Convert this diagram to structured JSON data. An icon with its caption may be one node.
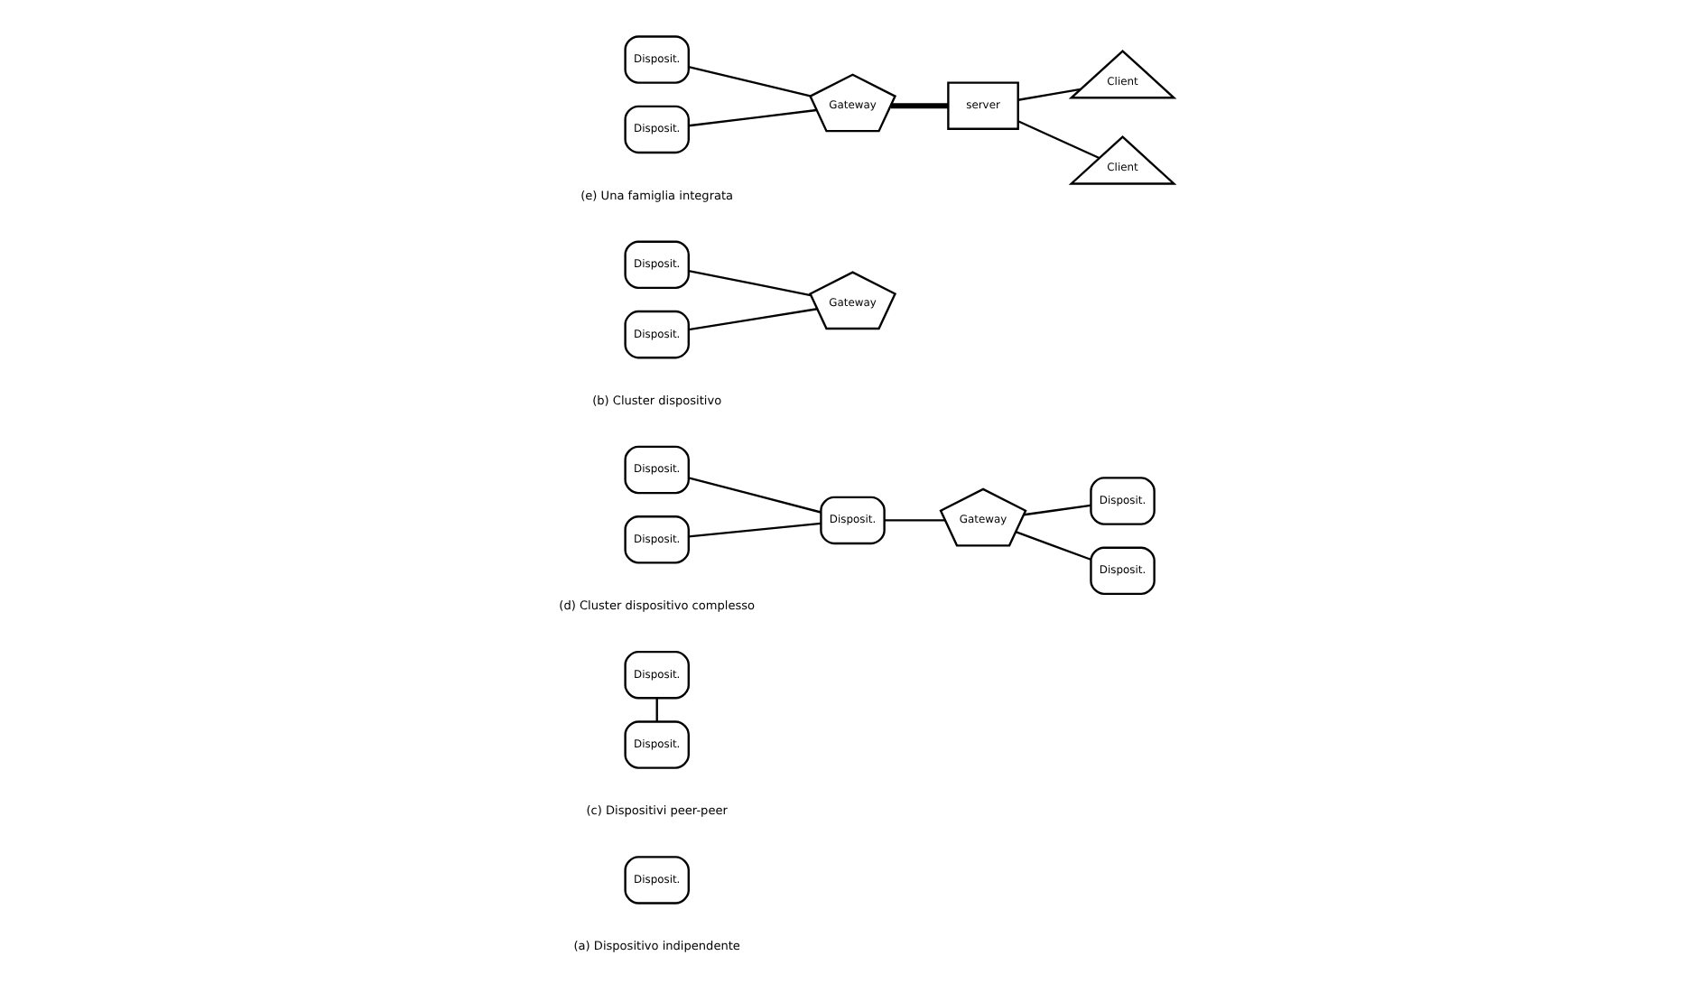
{
  "diagram": {
    "nodes": [
      {
        "text": [
          "Disposit."
        ]
      },
      {
        "text": [
          "Disposit."
        ]
      },
      {
        "text": [
          "Disposit."
        ]
      },
      {
        "text": [
          "Disposit."
        ]
      },
      {
        "text": [
          "Disposit."
        ]
      },
      {
        "text": [
          "Disposit."
        ]
      },
      {
        "text": [
          "Gateway"
        ]
      },
      {
        "text": [
          "Disposit."
        ]
      },
      {
        "text": [
          "Disposit."
        ]
      },
      {
        "text": [
          "Disposit."
        ]
      },
      {
        "text": [
          "Disposit."
        ]
      },
      {
        "text": [
          "Gateway"
        ]
      },
      {
        "text": [
          "Disposit."
        ]
      },
      {
        "text": [
          "Disposit."
        ]
      },
      {
        "text": [
          "Gateway"
        ]
      },
      {
        "text": [
          "server"
        ]
      },
      {
        "text": [
          "Client"
        ]
      },
      {
        "text": [
          "Client"
        ]
      }
    ],
    "edges": [
      {
        "from": 1,
        "to": 2,
        "arrow": "none"
      },
      {
        "from": 3,
        "to": 5,
        "arrow": "none"
      },
      {
        "from": 4,
        "to": 5,
        "arrow": "none"
      },
      {
        "from": 5,
        "to": 6,
        "arrow": "none"
      },
      {
        "from": 6,
        "to": 7,
        "arrow": "none"
      },
      {
        "from": 6,
        "to": 8,
        "arrow": "none"
      },
      {
        "from": 9,
        "to": 11,
        "arrow": "none"
      },
      {
        "from": 10,
        "to": 11,
        "arrow": "none"
      },
      {
        "from": 12,
        "to": 14,
        "arrow": "none"
      },
      {
        "from": 13,
        "to": 14,
        "arrow": "none"
      },
      {
        "from": 14,
        "to": 15,
        "arrow": "none",
        "style": "thick"
      },
      {
        "from": 15,
        "to": 16,
        "arrow": "none"
      },
      {
        "from": 15,
        "to": 17,
        "arrow": "none"
      }
    ],
    "labels": [
      "(a) Dispositivo indipendente",
      "(c) Dispositivi peer-peer",
      "(d) Cluster dispositivo complesso",
      "(b) Cluster dispositivo",
      "(e) Una famiglia integrata"
    ]
  }
}
